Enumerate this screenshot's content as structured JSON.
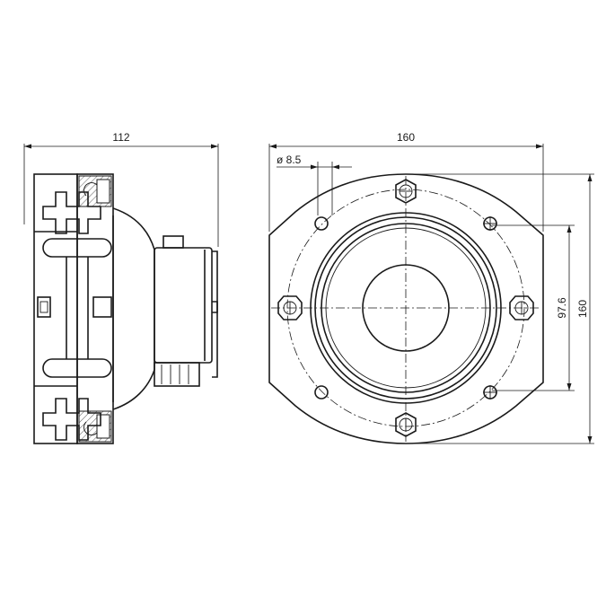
{
  "side_view": {
    "width_label": "112"
  },
  "front_view": {
    "width_label": "160",
    "hole_diameter_label": "ø 8.5",
    "hole_spacing_label": "97.6",
    "height_label": "160"
  }
}
